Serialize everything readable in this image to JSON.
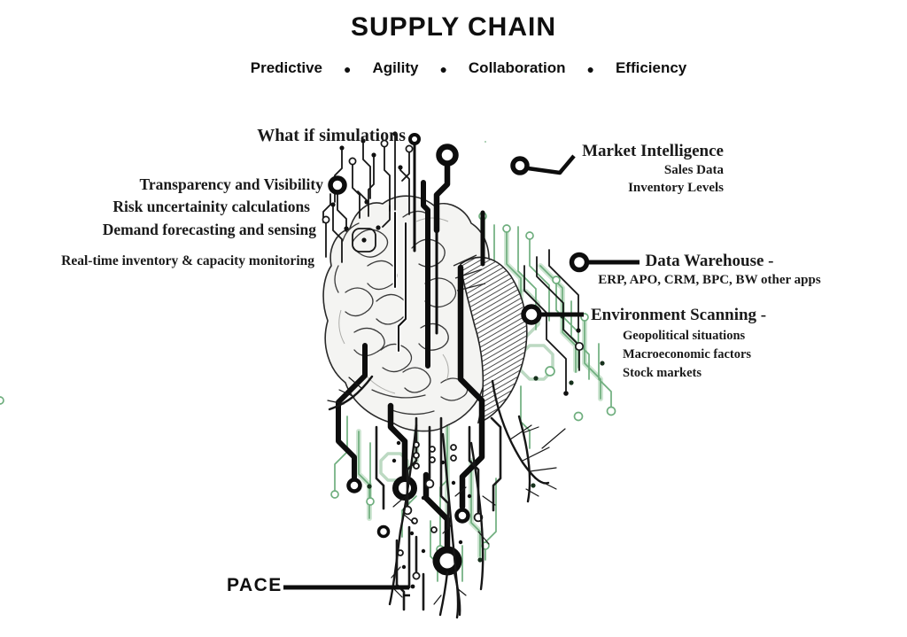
{
  "page": {
    "title": "SUPPLY CHAIN"
  },
  "subtitle": {
    "bullet": "●",
    "items": [
      "Predictive",
      "Agility",
      "Collaboration",
      "Efficiency"
    ]
  },
  "left_labels": {
    "what_if": "What if simulations",
    "transparency": "Transparency and Visibility",
    "risk": "Risk uncertainity calculations",
    "demand": "Demand forecasting and sensing",
    "realtime": "Real-time inventory & capacity monitoring"
  },
  "right_labels": {
    "market_intelligence": {
      "title": "Market Intelligence",
      "items": [
        "Sales Data",
        "Inventory Levels"
      ]
    },
    "data_warehouse": {
      "title": "Data Warehouse -",
      "subtitle": "ERP, APO, CRM, BPC, BW other apps"
    },
    "environment_scanning": {
      "title": "Environment Scanning -",
      "items": [
        "Geopolitical situations",
        "Macroeconomic factors",
        "Stock markets"
      ]
    }
  },
  "bottom_label": {
    "pace": "PACE"
  },
  "illustration": {
    "description": "brain-heart with circuit-board traces and roots",
    "colors": {
      "ink": "#141414",
      "circuit_green": "#6fae7e",
      "circuit_green_light": "#cfe6d3",
      "brain_fill": "#f4f4f2"
    }
  }
}
